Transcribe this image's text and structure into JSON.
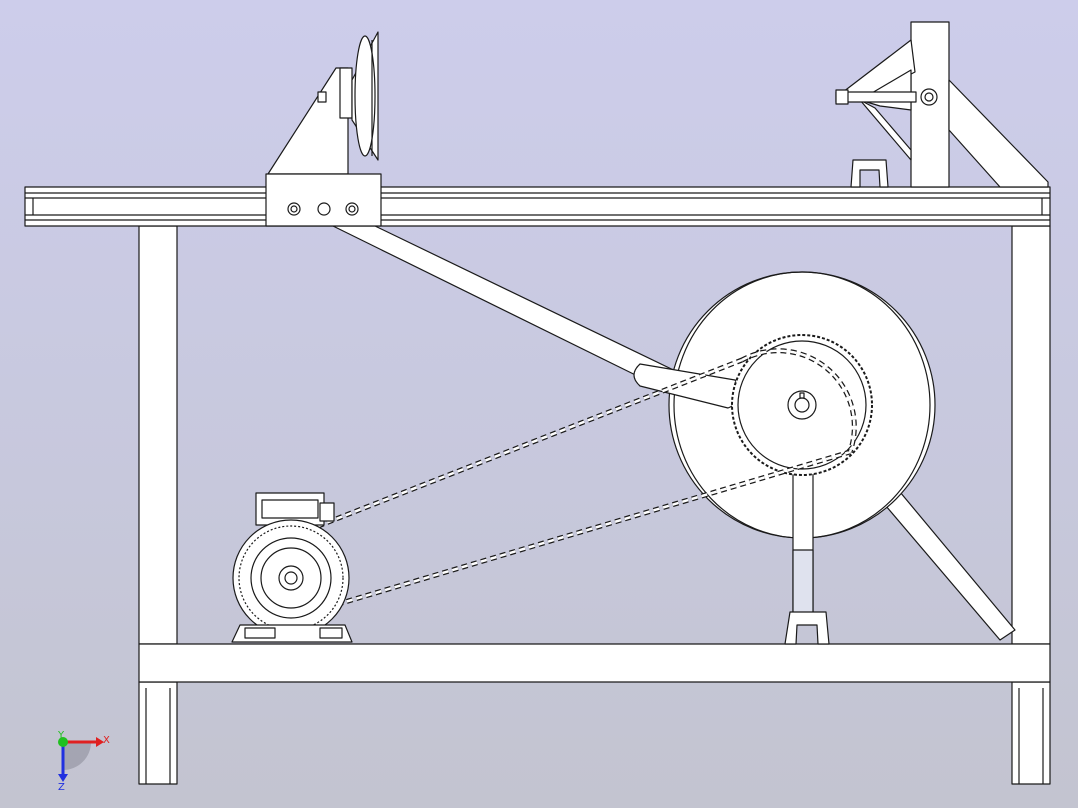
{
  "view": {
    "background_top": "#cdcdeb",
    "background_bottom": "#c3c4d0",
    "edge_color": "#1a1a1a",
    "face_color": "#ffffff"
  },
  "triad": {
    "x_label": "X",
    "y_label": "Y",
    "z_label": "Z",
    "x_color": "#e02020",
    "y_color": "#20c020",
    "z_color": "#2030e0"
  }
}
